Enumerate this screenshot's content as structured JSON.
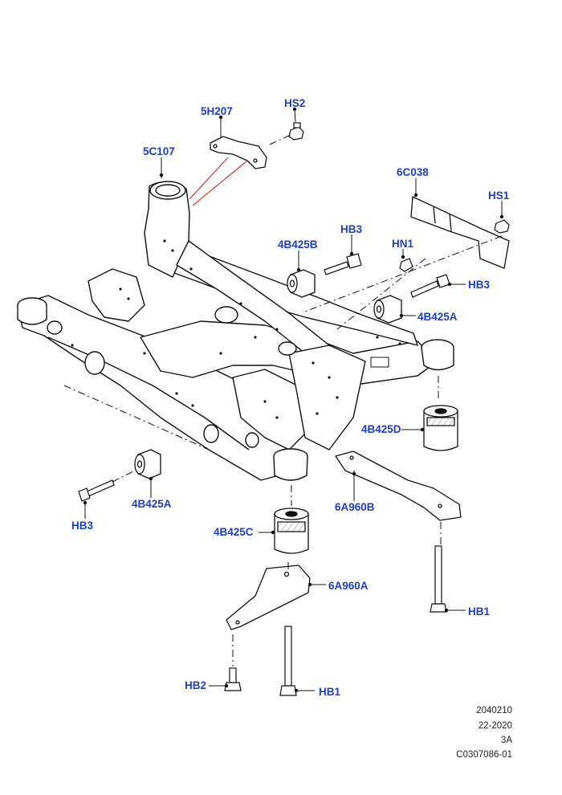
{
  "callouts": {
    "c5H207": "5H207",
    "cHS2": "HS2",
    "c5C107": "5C107",
    "c6C038": "6C038",
    "cHS1": "HS1",
    "cHB3_top": "HB3",
    "c4B425B": "4B425B",
    "cHN1": "HN1",
    "cHB3_right": "HB3",
    "c4B425A_right": "4B425A",
    "c4B425D": "4B425D",
    "c4B425A_left": "4B425A",
    "cHB3_left": "HB3",
    "c6A960B": "6A960B",
    "c4B425C": "4B425C",
    "c6A960A": "6A960A",
    "cHB1_right": "HB1",
    "cHB2": "HB2",
    "cHB1_bottom": "HB1"
  },
  "footer": {
    "line1": "2040210",
    "line2": "22-2020",
    "line3": "3A",
    "line4": "C0307086-01"
  },
  "colors": {
    "label_blue": "#1d3fc4",
    "line": "#111111",
    "highlight_red": "#e0302f"
  }
}
